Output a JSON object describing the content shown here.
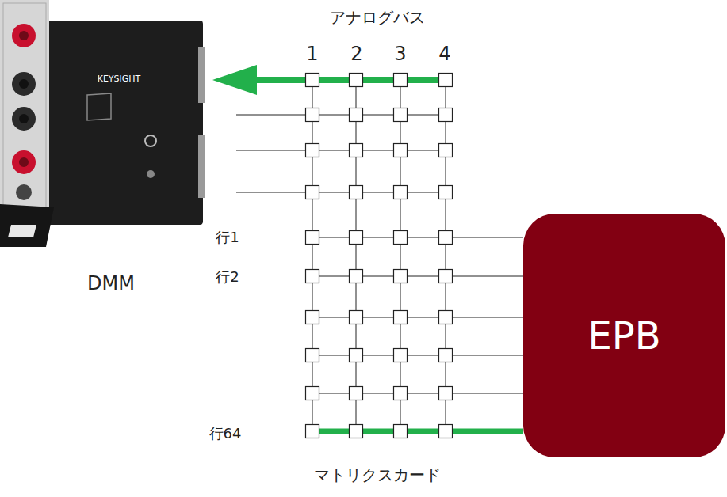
{
  "diagram": {
    "caption": "マトリクスカード",
    "nodes": [
      {
        "text": [
          "DMM"
        ]
      },
      {
        "text": [
          "EPB"
        ]
      }
    ],
    "labels": [
      "アナログバス",
      "1",
      "2",
      "3",
      "4",
      "行1",
      "行2",
      "行64",
      "KEYSIGHT"
    ]
  }
}
